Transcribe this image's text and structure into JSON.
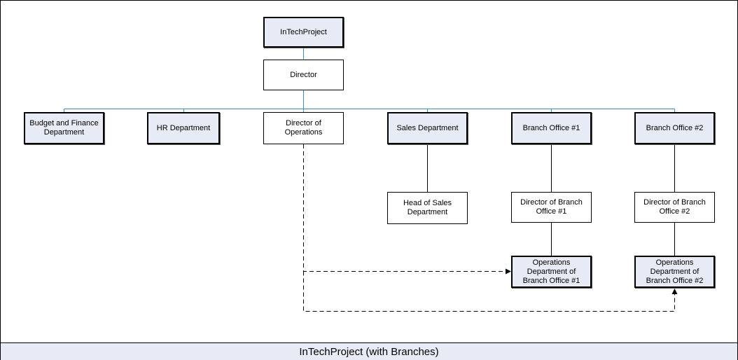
{
  "diagram": {
    "nodes": {
      "root": "InTechProject",
      "director": "Director",
      "budget": "Budget and Finance Department",
      "hr": "HR Department",
      "ops_director": "Director of Operations",
      "sales": "Sales Department",
      "branch1": "Branch Office #1",
      "branch2": "Branch Office #2",
      "head_sales": "Head of Sales Department",
      "dir_branch1": "Director of Branch Office #1",
      "dir_branch2": "Director of Branch Office #2",
      "ops_branch1": "Operations Department of Branch Office #1",
      "ops_branch2": "Operations Department of Branch Office #2"
    },
    "caption": "InTechProject (with Branches)",
    "colors": {
      "connector": "#3b8fb0",
      "shaded_fill": "#e7ebf5",
      "line": "#000000"
    }
  }
}
